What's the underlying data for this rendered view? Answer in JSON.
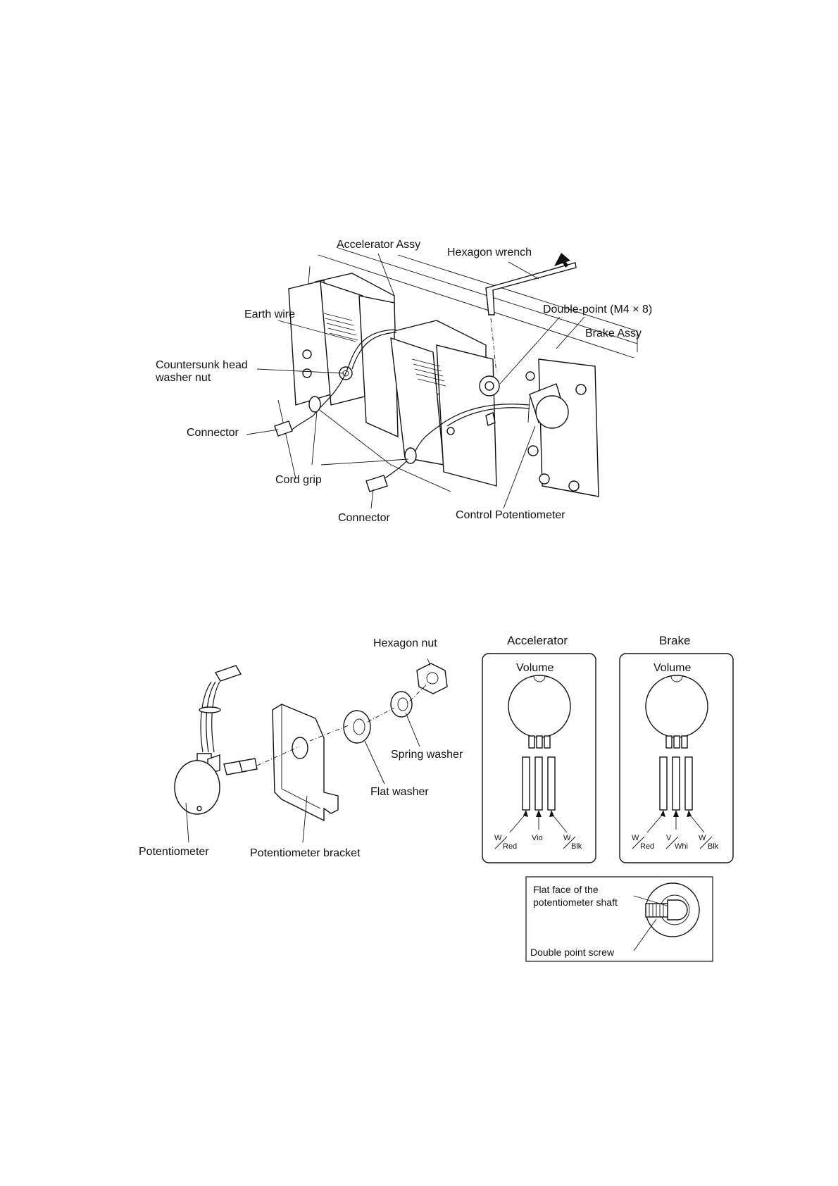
{
  "upper_figure": {
    "labels": {
      "accelerator_assy": "Accelerator Assy",
      "hexagon_wrench": "Hexagon wrench",
      "earth_wire": "Earth wire",
      "double_point": "Double-point (M4 × 8)",
      "brake_assy": "Brake Assy",
      "countersunk_line1": "Countersunk head",
      "countersunk_line2": "washer nut",
      "connector_left": "Connector",
      "cord_grip": "Cord grip",
      "connector_bottom": "Connector",
      "control_potentiometer": "Control Potentiometer"
    }
  },
  "lower_figure": {
    "labels": {
      "hexagon_nut": "Hexagon nut",
      "spring_washer": "Spring washer",
      "flat_washer": "Flat washer",
      "potentiometer": "Potentiometer",
      "potentiometer_bracket": "Potentiometer bracket"
    },
    "panels": [
      {
        "title": "Accelerator",
        "volume": "Volume",
        "wires": [
          {
            "top": "W",
            "bottom": "Red"
          },
          {
            "top": "",
            "bottom": "Vio"
          },
          {
            "top": "W",
            "bottom": "Blk"
          }
        ]
      },
      {
        "title": "Brake",
        "volume": "Volume",
        "wires": [
          {
            "top": "W",
            "bottom": "Red"
          },
          {
            "top": "V",
            "bottom": "Whi"
          },
          {
            "top": "W",
            "bottom": "Blk"
          }
        ]
      }
    ],
    "detail": {
      "flat_face_line1": "Flat face of the",
      "flat_face_line2": "potentiometer shaft",
      "double_point_screw": "Double point screw"
    }
  }
}
